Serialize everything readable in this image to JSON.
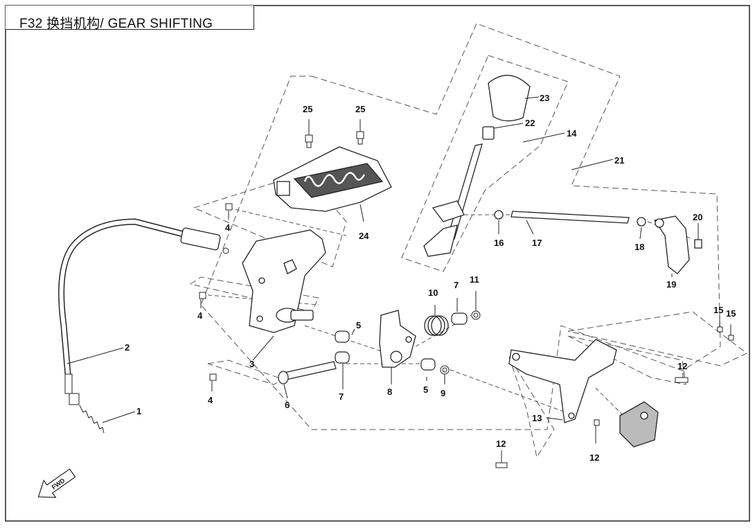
{
  "title": "F32 换挡机构/ GEAR SHIFTING",
  "fwd_label": "FWD",
  "callouts": {
    "c1": "1",
    "c2": "2",
    "c3": "3",
    "c4a": "4",
    "c4b": "4",
    "c4c": "4",
    "c5a": "5",
    "c5b": "5",
    "c6": "6",
    "c7a": "7",
    "c7b": "7",
    "c8": "8",
    "c9": "9",
    "c10": "10",
    "c11": "11",
    "c12a": "12",
    "c12b": "12",
    "c12c": "12",
    "c13": "13",
    "c14": "14",
    "c15a": "15",
    "c15b": "15",
    "c16": "16",
    "c17": "17",
    "c18": "18",
    "c19": "19",
    "c20": "20",
    "c21": "21",
    "c22": "22",
    "c23": "23",
    "c24": "24",
    "c25a": "25",
    "c25b": "25"
  }
}
